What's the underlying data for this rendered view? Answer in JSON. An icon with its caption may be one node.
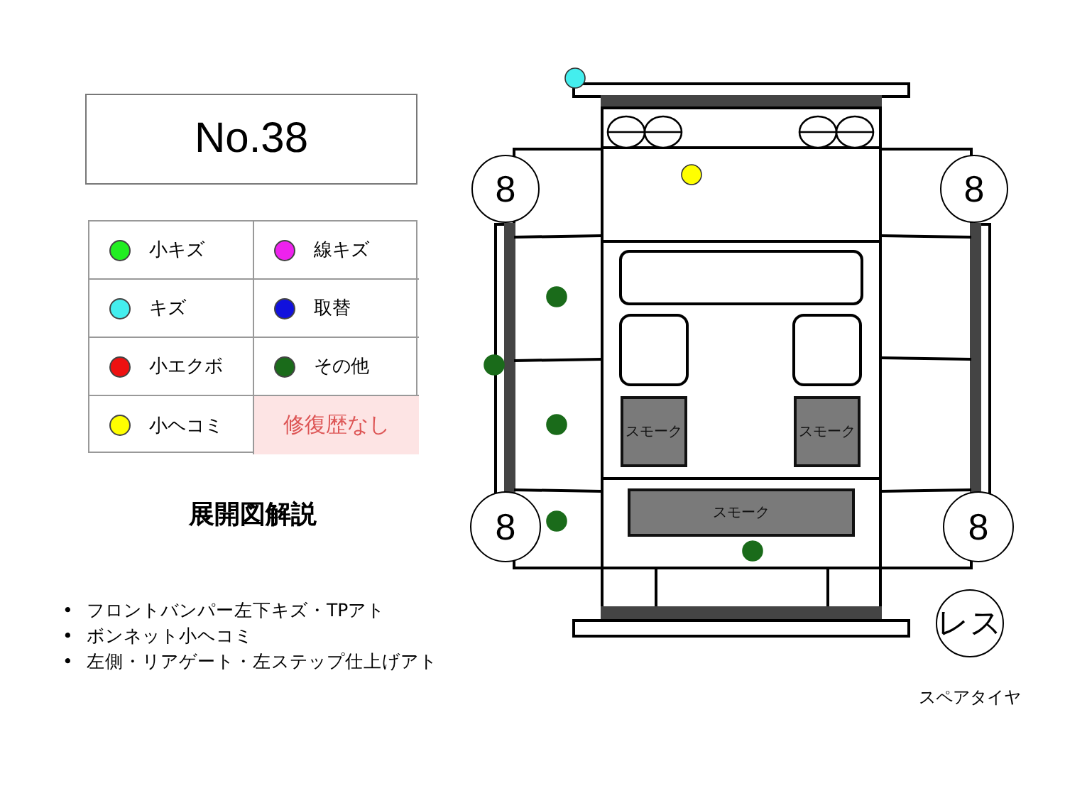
{
  "diagram": {
    "title": "No.38",
    "nodes": [
      {
        "text": [
          "8"
        ]
      },
      {
        "text": [
          "8"
        ]
      },
      {
        "text": [
          "スモーク"
        ]
      },
      {
        "text": [
          "スモーク"
        ]
      },
      {
        "text": [
          "8"
        ]
      },
      {
        "text": [
          "スモーク"
        ]
      },
      {
        "text": [
          "8"
        ]
      },
      {
        "text": [
          "レス"
        ],
        "beside": [
          "スペアタイヤ"
        ]
      }
    ],
    "labels": [
      "修復歴なし",
      "展開図解説",
      "•",
      "フロントバンパー左下キズ・TPアト",
      "•",
      "ボンネット小ヘコミ",
      "•",
      "左側・リアゲート・左ステップ仕上げアト"
    ],
    "legend": [
      {
        "text": "小キズ",
        "color": "#22ee22"
      },
      {
        "text": "線キズ",
        "color": "#ee22ee"
      },
      {
        "text": "キズ",
        "color": "#44eeee"
      },
      {
        "text": "取替",
        "color": "#1111dd"
      },
      {
        "text": "小エクボ",
        "color": "#ee1111"
      },
      {
        "text": "その他",
        "color": "#1a6b1a"
      },
      {
        "text": "小ヘコミ",
        "color": "#ffff00"
      }
    ]
  }
}
